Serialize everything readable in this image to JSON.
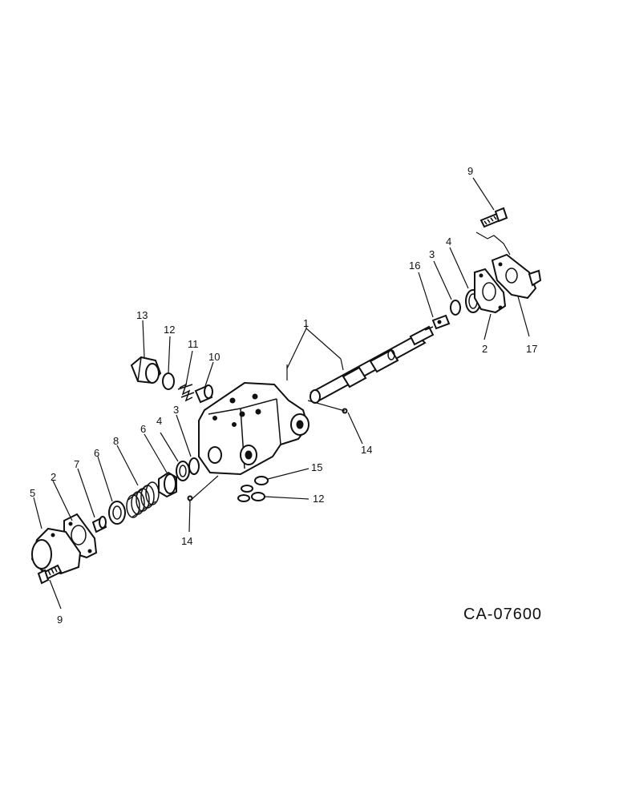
{
  "diagram_code": "CA-07600",
  "callouts": {
    "c1": "1",
    "c2_left": "2",
    "c2_right": "2",
    "c3_left": "3",
    "c3_right": "3",
    "c4_left": "4",
    "c4_right": "4",
    "c5": "5",
    "c6_a": "6",
    "c6_b": "6",
    "c7": "7",
    "c8": "8",
    "c9_top": "9",
    "c9_bottom": "9",
    "c10": "10",
    "c11": "11",
    "c12_top": "12",
    "c12_right": "12",
    "c13": "13",
    "c14_right": "14",
    "c14_left": "14",
    "c15": "15",
    "c16": "16",
    "c17": "17"
  }
}
